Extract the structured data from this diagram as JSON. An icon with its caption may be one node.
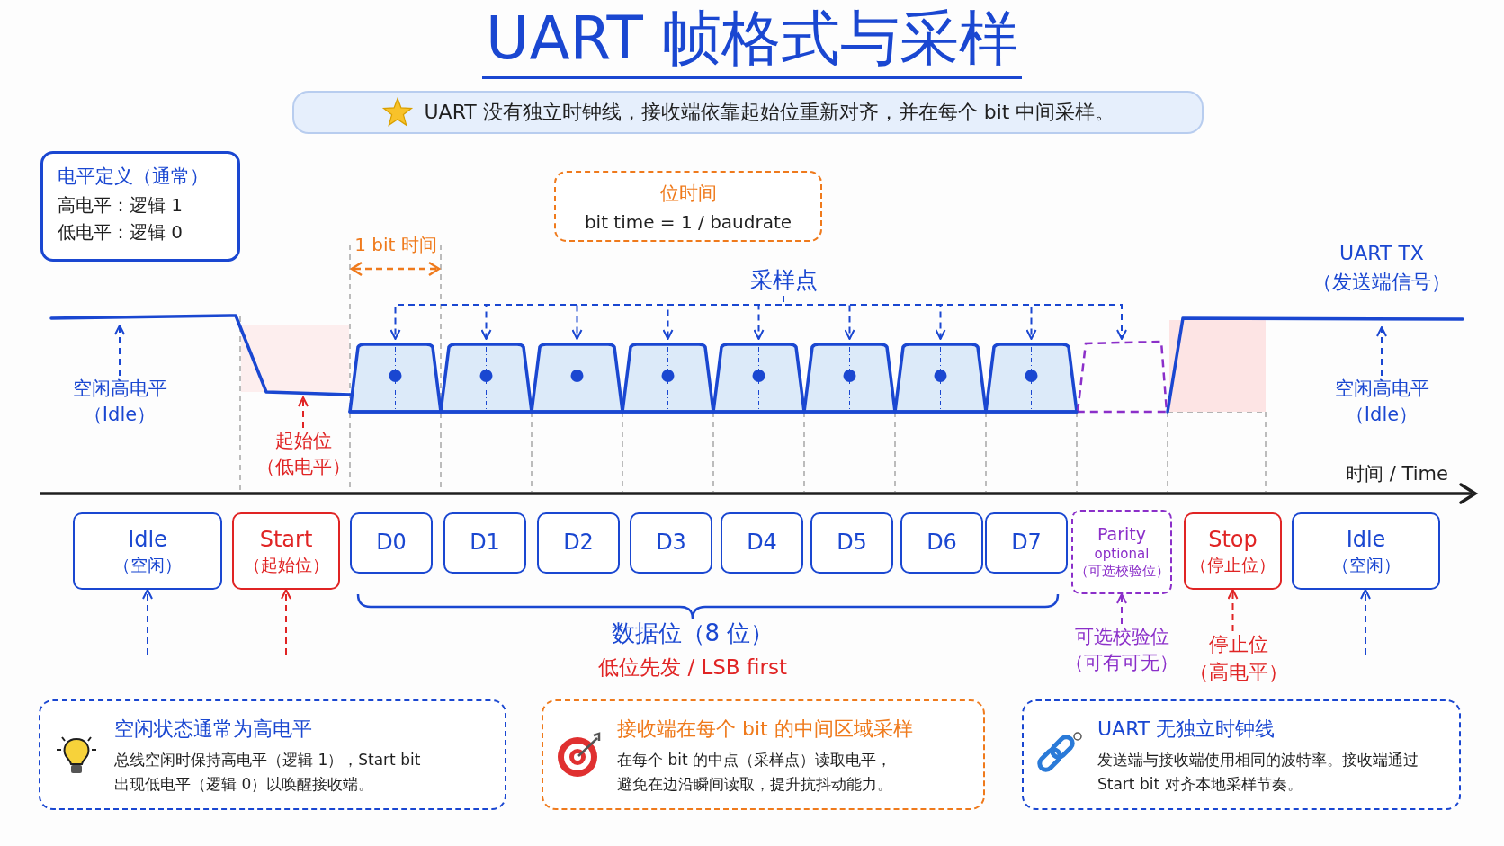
{
  "diagram": {
    "title": "UART 帧格式与采样",
    "nodes": [
      {
        "text": [
          "UART 没有独立时钟线，接收端依靠起始位重新对齐，并在每个 bit 中间采样。"
        ]
      },
      {
        "text": [
          "电平定义（通常）",
          "高电平：逻辑 1",
          "低电平：逻辑 0"
        ]
      },
      {
        "text": [
          "位时间",
          "bit time = 1 / baudrate"
        ]
      },
      {
        "text": [
          "采样点"
        ]
      },
      {
        "text": [
          "空闲高电平（Idle）"
        ]
      },
      {
        "text": [
          "起始位（低电平）"
        ]
      },
      {
        "text": [
          "空闲高电平（Idle）"
        ]
      },
      {
        "text": [
          "Idle",
          "（空闲）"
        ]
      },
      {
        "text": [
          "Start",
          "（起始位）"
        ]
      },
      {
        "text": [
          "D0"
        ]
      },
      {
        "text": [
          "D1"
        ]
      },
      {
        "text": [
          "D2"
        ]
      },
      {
        "text": [
          "D3"
        ]
      },
      {
        "text": [
          "D4"
        ]
      },
      {
        "text": [
          "D5"
        ]
      },
      {
        "text": [
          "D6"
        ]
      },
      {
        "text": [
          "D7"
        ]
      },
      {
        "text": [
          "Parity",
          "optional",
          "（可选校验位）"
        ]
      },
      {
        "text": [
          "Stop",
          "（停止位）"
        ]
      },
      {
        "text": [
          "Idle",
          "（空闲）"
        ]
      },
      {
        "text": [
          "可选校验位（可有可无）"
        ]
      },
      {
        "text": [
          "停止位（高电平）"
        ]
      },
      {
        "text": [
          "空闲状态通常为高电平",
          "总线空闲时保持高电平（逻辑 1），Start bit 出现低电平（逻辑 0）以唤醒接收端。"
        ]
      },
      {
        "text": [
          "接收端在每个 bit 的中间区域采样",
          "在每个 bit 的中点（采样点）读取电平，避免在边沿瞬间读取，提升抗抖动能力。"
        ]
      },
      {
        "text": [
          "UART 无独立时钟线",
          "发送端与接收端使用相同的波特率。接收端通过 Start bit 对齐本地采样节奏。"
        ]
      },
      {
        "text": [],
        "shape": "waveform"
      }
    ],
    "edges": [
      {
        "from": 3,
        "to": 25,
        "arrow": "to",
        "style": "dashed"
      },
      {
        "from": 3,
        "to": 25,
        "arrow": "to",
        "style": "dashed"
      },
      {
        "from": 3,
        "to": 25,
        "arrow": "to",
        "style": "dashed"
      },
      {
        "from": 3,
        "to": 25,
        "arrow": "to",
        "style": "dashed"
      },
      {
        "from": 3,
        "to": 25,
        "arrow": "to",
        "style": "dashed"
      },
      {
        "from": 3,
        "to": 25,
        "arrow": "to",
        "style": "dashed"
      },
      {
        "from": 3,
        "to": 25,
        "arrow": "to",
        "style": "dashed"
      },
      {
        "from": 3,
        "to": 25,
        "arrow": "to",
        "style": "dashed"
      },
      {
        "from": 3,
        "to": 25,
        "arrow": "to",
        "style": "dashed"
      },
      {
        "from": 4,
        "to": 25,
        "arrow": "to",
        "style": "dashed"
      },
      {
        "from": 5,
        "to": 25,
        "arrow": "to",
        "style": "dashed",
        "color": "#e02424"
      },
      {
        "from": 6,
        "to": 25,
        "arrow": "to",
        "style": "dashed"
      },
      {
        "from": null,
        "to": 7,
        "arrow": "to",
        "style": "dashed"
      },
      {
        "from": null,
        "to": 8,
        "arrow": "to",
        "style": "dashed",
        "color": "#e02424"
      },
      {
        "from": 20,
        "to": 17,
        "arrow": "to",
        "style": "dashed",
        "color": "#8b2fc9"
      },
      {
        "from": 21,
        "to": 18,
        "arrow": "to",
        "style": "dashed",
        "color": "#e02424"
      },
      {
        "from": null,
        "to": 19,
        "arrow": "to",
        "style": "dashed"
      }
    ],
    "labels": [
      "1 bit 时间",
      "UART TX（发送端信号）",
      "时间 / Time",
      "数据位（8 位）",
      "低位先发 / LSB first"
    ]
  }
}
